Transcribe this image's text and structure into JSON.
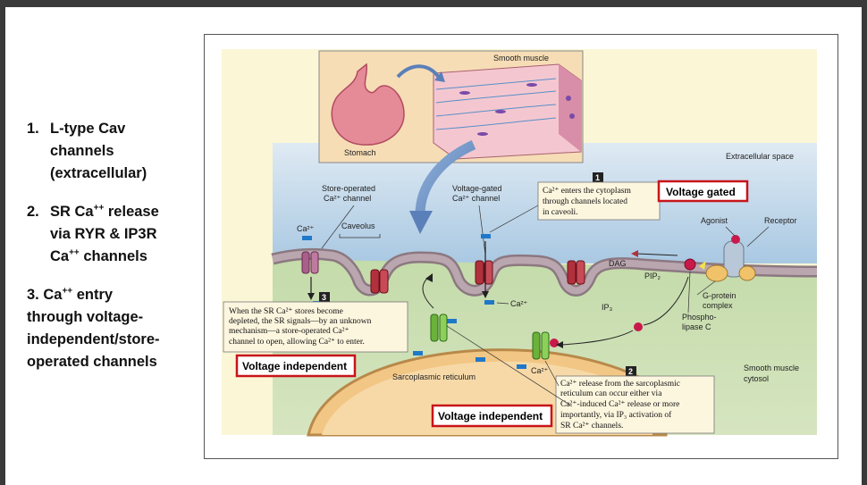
{
  "bullets": {
    "item1": {
      "num": "1.",
      "line1": "L-type Cav",
      "line2": "channels",
      "line3": "(extracellular)"
    },
    "item2": {
      "num": "2.",
      "line1": "SR Ca",
      "sup1": "++",
      "line1b": " release",
      "line2": "via RYR & IP3R",
      "line3": "Ca",
      "sup3": "++",
      "line3b": " channels"
    },
    "item3": {
      "line1a": "3.  Ca",
      "sup1": "++",
      "line1b": " entry",
      "line2": "through voltage-",
      "line3": "independent/store-",
      "line4": "operated channels"
    }
  },
  "diagram": {
    "smooth_muscle": "Smooth muscle",
    "stomach": "Stomach",
    "extracellular_space": "Extracellular space",
    "store_operated_line1": "Store-operated",
    "store_operated_line2": "Ca²⁺ channel",
    "voltage_gated_channel_line1": "Voltage-gated",
    "voltage_gated_channel_line2": "Ca²⁺ channel",
    "ca_top": "Ca²⁺",
    "caveolus": "Caveolus",
    "agonist": "Agonist",
    "receptor": "Receptor",
    "dag": "DAG",
    "pip2": "PIP₂",
    "ip3": "IP₃",
    "ca_mid": "Ca²⁺",
    "ca_sr": "Ca²⁺",
    "g_protein_line1": "G-protein",
    "g_protein_line2": "complex",
    "phospholipase_line1": "Phospho-",
    "phospholipase_line2": "lipase C",
    "sarcoplasmic_reticulum": "Sarcoplasmic reticulum",
    "smooth_muscle_cytosol_line1": "Smooth muscle",
    "smooth_muscle_cytosol_line2": "cytosol",
    "step1_num": "1",
    "step1_line1": "Ca²⁺ enters the cytoplasm",
    "step1_line2": "through channels located",
    "step1_line3": "in caveoli.",
    "step2_num": "2",
    "step2_line1": "Ca²⁺ release from the sarcoplasmic",
    "step2_line2": "reticulum can occur either via",
    "step2_line3": "Ca²⁺-induced Ca²⁺ release or more",
    "step2_line4": "importantly, via IP₃ activation of",
    "step2_line5": "SR Ca²⁺ channels.",
    "step3_num": "3",
    "step3_line1": "When the SR Ca²⁺ stores become",
    "step3_line2": "depleted, the SR signals—by an unknown",
    "step3_line3": "mechanism—a store-operated Ca²⁺",
    "step3_line4": "channel to open, allowing  Ca²⁺ to enter."
  },
  "annotations": {
    "voltage_gated": "Voltage gated",
    "voltage_independent_left": "Voltage independent",
    "voltage_independent_bottom": "Voltage independent"
  },
  "colors": {
    "highlight_border": "#c8141a",
    "extracellular": "#bcd6ea",
    "cytosol": "#c8dcae",
    "membrane": "#a8929a",
    "sr": "#f2c684",
    "channel_red": "#b0303c",
    "channel_green": "#7cc24a",
    "ca_blue": "#1f78c8"
  }
}
